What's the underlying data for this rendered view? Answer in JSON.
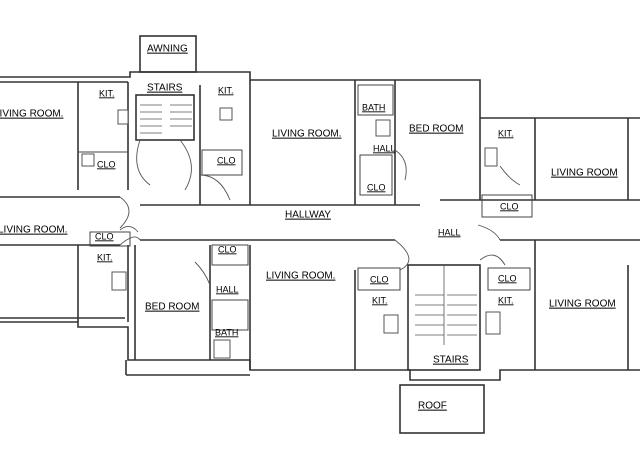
{
  "labels": {
    "awning": "AWNING",
    "stairs_top": "STAIRS",
    "kit": "KIT.",
    "living_room": "LIVING ROOM.",
    "clo": "CLO",
    "bath": "BATH",
    "bed_room": "BED ROOM",
    "hall": "HALL",
    "hallway": "HALLWAY",
    "living_room_alt": "LIVING ROOM",
    "stairs_bottom": "STAIRS",
    "roof": "ROOF"
  }
}
